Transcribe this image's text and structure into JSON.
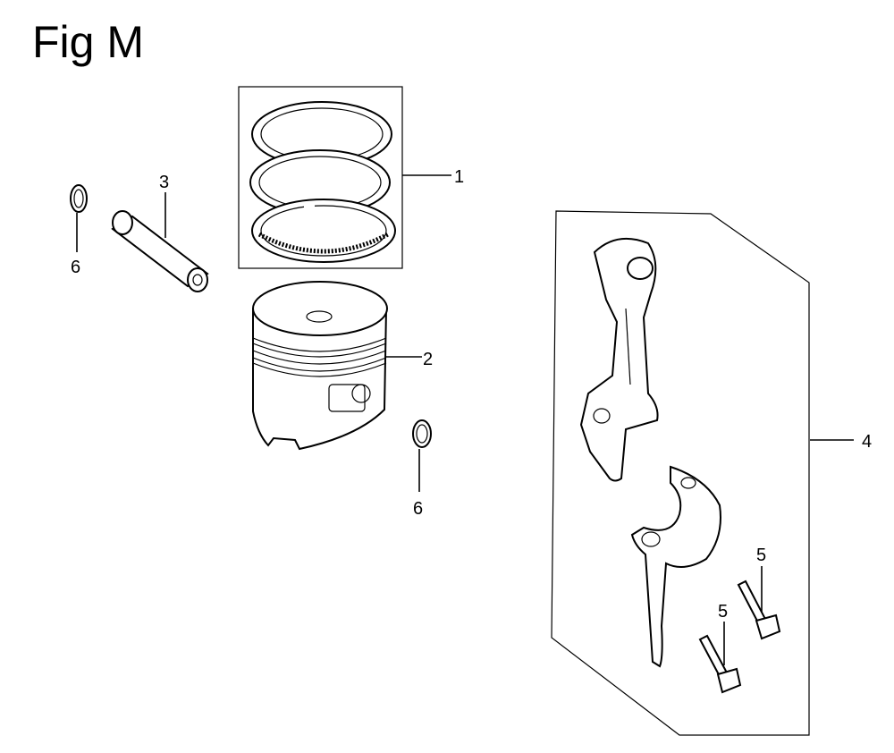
{
  "figure": {
    "title": "Fig M"
  },
  "callouts": {
    "c1": "1",
    "c2": "2",
    "c3": "3",
    "c4": "4",
    "c5a": "5",
    "c5b": "5",
    "c6a": "6",
    "c6b": "6"
  },
  "parts": [
    {
      "callout": "1",
      "icon": "piston-ring-set-icon"
    },
    {
      "callout": "2",
      "icon": "piston-icon"
    },
    {
      "callout": "3",
      "icon": "piston-pin-icon"
    },
    {
      "callout": "4",
      "icon": "connecting-rod-assembly-icon"
    },
    {
      "callout": "5",
      "icon": "rod-bolt-icon"
    },
    {
      "callout": "6",
      "icon": "pin-clip-icon"
    }
  ]
}
